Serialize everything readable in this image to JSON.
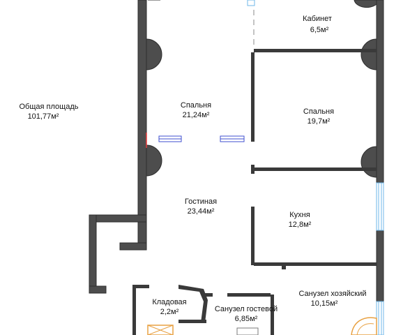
{
  "summary": {
    "title": "Общая площадь",
    "value": "101,77м²"
  },
  "rooms": [
    {
      "id": "kabinet",
      "name": "Кабинет",
      "area": "6,5м²"
    },
    {
      "id": "spalnya-1",
      "name": "Спальня",
      "area": "21,24м²"
    },
    {
      "id": "spalnya-2",
      "name": "Спальня",
      "area": "19,7м²"
    },
    {
      "id": "gostinaya",
      "name": "Гостиная",
      "area": "23,44м²"
    },
    {
      "id": "kuhnya",
      "name": "Кухня",
      "area": "12,8м²"
    },
    {
      "id": "kladovaya",
      "name": "Кладовая",
      "area": "2,2м²"
    },
    {
      "id": "sanuzel-gostevoy",
      "name": "Санузел гостевой",
      "area": "6,85м²"
    },
    {
      "id": "sanuzel-hozyaysky",
      "name": "Санузел хозяйский",
      "area": "10,15м²"
    }
  ],
  "colors": {
    "wall": "#4d4d4d",
    "wall_edge": "#2e2e2e",
    "partition": "#3a3a3a",
    "window": "#6fb7e8",
    "door_frame": "#3f4fcf",
    "accent": "#e23a3a",
    "fixture": "#e8a040"
  },
  "icons": [
    "column-pillar-icon",
    "door-opening-icon",
    "window-icon",
    "bathtub-icon",
    "shower-tray-icon"
  ]
}
